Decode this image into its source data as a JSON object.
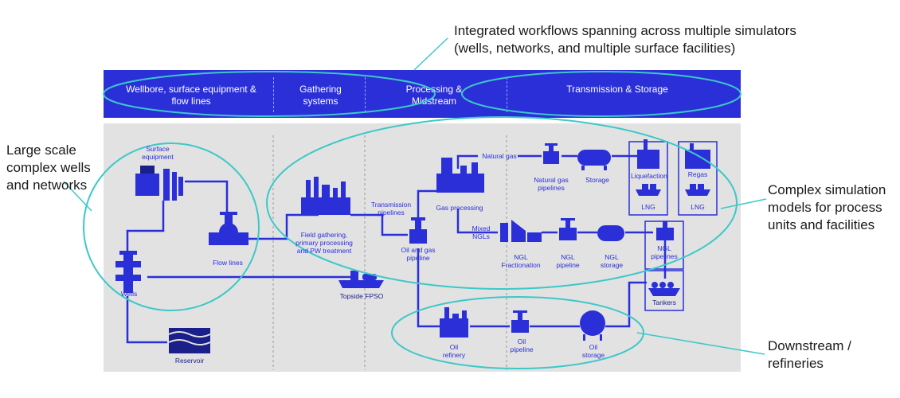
{
  "callouts": {
    "top": "Integrated workflows spanning across multiple simulators (wells, networks, and multiple surface facilities)",
    "left": "Large scale complex wells and networks",
    "right": "Complex simulation models for process units and facilities",
    "bottom": "Downstream / refineries"
  },
  "stages": [
    {
      "label": "Wellbore, surface equipment & flow lines"
    },
    {
      "label": "Gathering systems"
    },
    {
      "label": "Processing & Midstream"
    },
    {
      "label": "Transmission & Storage"
    }
  ],
  "nodes": {
    "surface_equipment": "Surface equipment",
    "flow_lines": "Flow lines",
    "wells": "Wells",
    "reservoir": "Reservoir",
    "field_gathering": "Field gathering, primary processing and PW treatment",
    "topside_fpso": "Topside FPSO",
    "transmission_pipelines": "Transmission pipelines",
    "oil_and_gas_pipeline": "Oil and gas pipeline",
    "natural_gas": "Natural gas",
    "gas_processing": "Gas processing",
    "mixed_ngls": "Mixed NGLs",
    "natural_gas_pipelines": "Natural gas pipelines",
    "storage": "Storage",
    "liquefaction": "Liquefaction",
    "lng_1": "LNG",
    "regas": "Regas",
    "lng_2": "LNG",
    "ngl_fractionation": "NGL Fractionation",
    "ngl_pipeline": "NGL pipeline",
    "ngl_storage": "NGL storage",
    "ngl_pipelines": "NGL pipelines",
    "tankers": "Tankers",
    "oil_refinery": "Oil refinery",
    "oil_pipeline": "Oil pipeline",
    "oil_storage": "Oil storage"
  },
  "colors": {
    "primary": "#2a2fd8",
    "dark_blue": "#1b1f8a",
    "highlight": "#3cc8c8",
    "panel": "#e2e2e2"
  }
}
